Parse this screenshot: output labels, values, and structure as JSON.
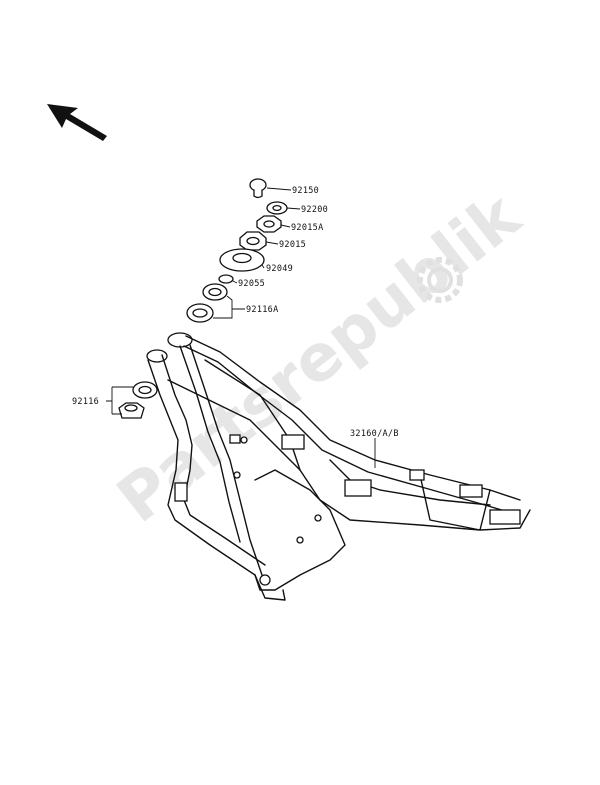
{
  "watermark": {
    "text": "Partsrepublik",
    "logo_icon": "gear-icon"
  },
  "direction_arrow": {
    "icon": "arrow-up-left-icon"
  },
  "parts": [
    {
      "id": "p92150",
      "number": "92150"
    },
    {
      "id": "p92200",
      "number": "92200"
    },
    {
      "id": "p92015a",
      "number": "92015A"
    },
    {
      "id": "p92015",
      "number": "92015"
    },
    {
      "id": "p92049",
      "number": "92049"
    },
    {
      "id": "p92055",
      "number": "92055"
    },
    {
      "id": "p92116a",
      "number": "92116A"
    },
    {
      "id": "p92116",
      "number": "92116"
    },
    {
      "id": "p32160",
      "number": "32160/A/B"
    }
  ],
  "colors": {
    "line": "#111111",
    "watermark": "#e6e6e6",
    "background": "#ffffff"
  }
}
